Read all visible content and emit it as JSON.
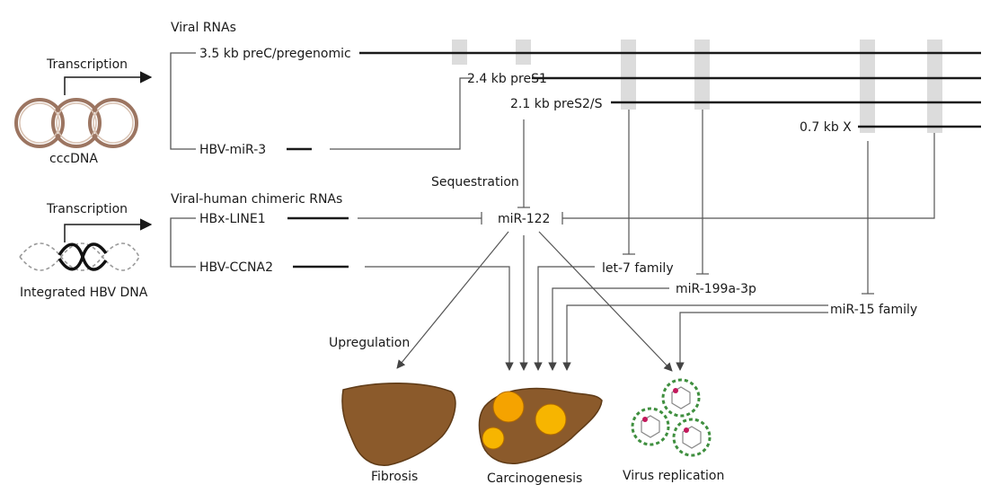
{
  "labels": {
    "viral_rnas": "Viral RNAs",
    "chimeric_rnas": "Viral-human chimeric RNAs",
    "transcription_top": "Transcription",
    "transcription_bottom": "Transcription",
    "cccdna": "cccDNA",
    "integrated_dna": "Integrated HBV DNA",
    "rna_35": "3.5 kb preC/pregenomic",
    "rna_24": "2.4 kb preS1",
    "rna_21": "2.1 kb preS2/S",
    "rna_07": "0.7 kb X",
    "hbv_mir3": "HBV-miR-3",
    "hbx_line1": "HBx-LINE1",
    "hbv_ccna2": "HBV-CCNA2",
    "sequestration": "Sequestration",
    "mir122": "miR-122",
    "let7": "let-7 family",
    "mir199": "miR-199a-3p",
    "mir15": "miR-15 family",
    "upregulation": "Upregulation",
    "fibrosis": "Fibrosis",
    "carcinogenesis": "Carcinogenesis",
    "virus_replication": "Virus replication"
  },
  "colors": {
    "line": "#1a1a1a",
    "connector": "#555555",
    "shade": "#d9d9d9",
    "liver": "#8b5a2b",
    "liver_dark": "#5e3a16",
    "tumor": "#f5a300",
    "tumor_light": "#f7b500",
    "virus_green": "#3f8f3f",
    "virus_core": "#c2185b"
  }
}
